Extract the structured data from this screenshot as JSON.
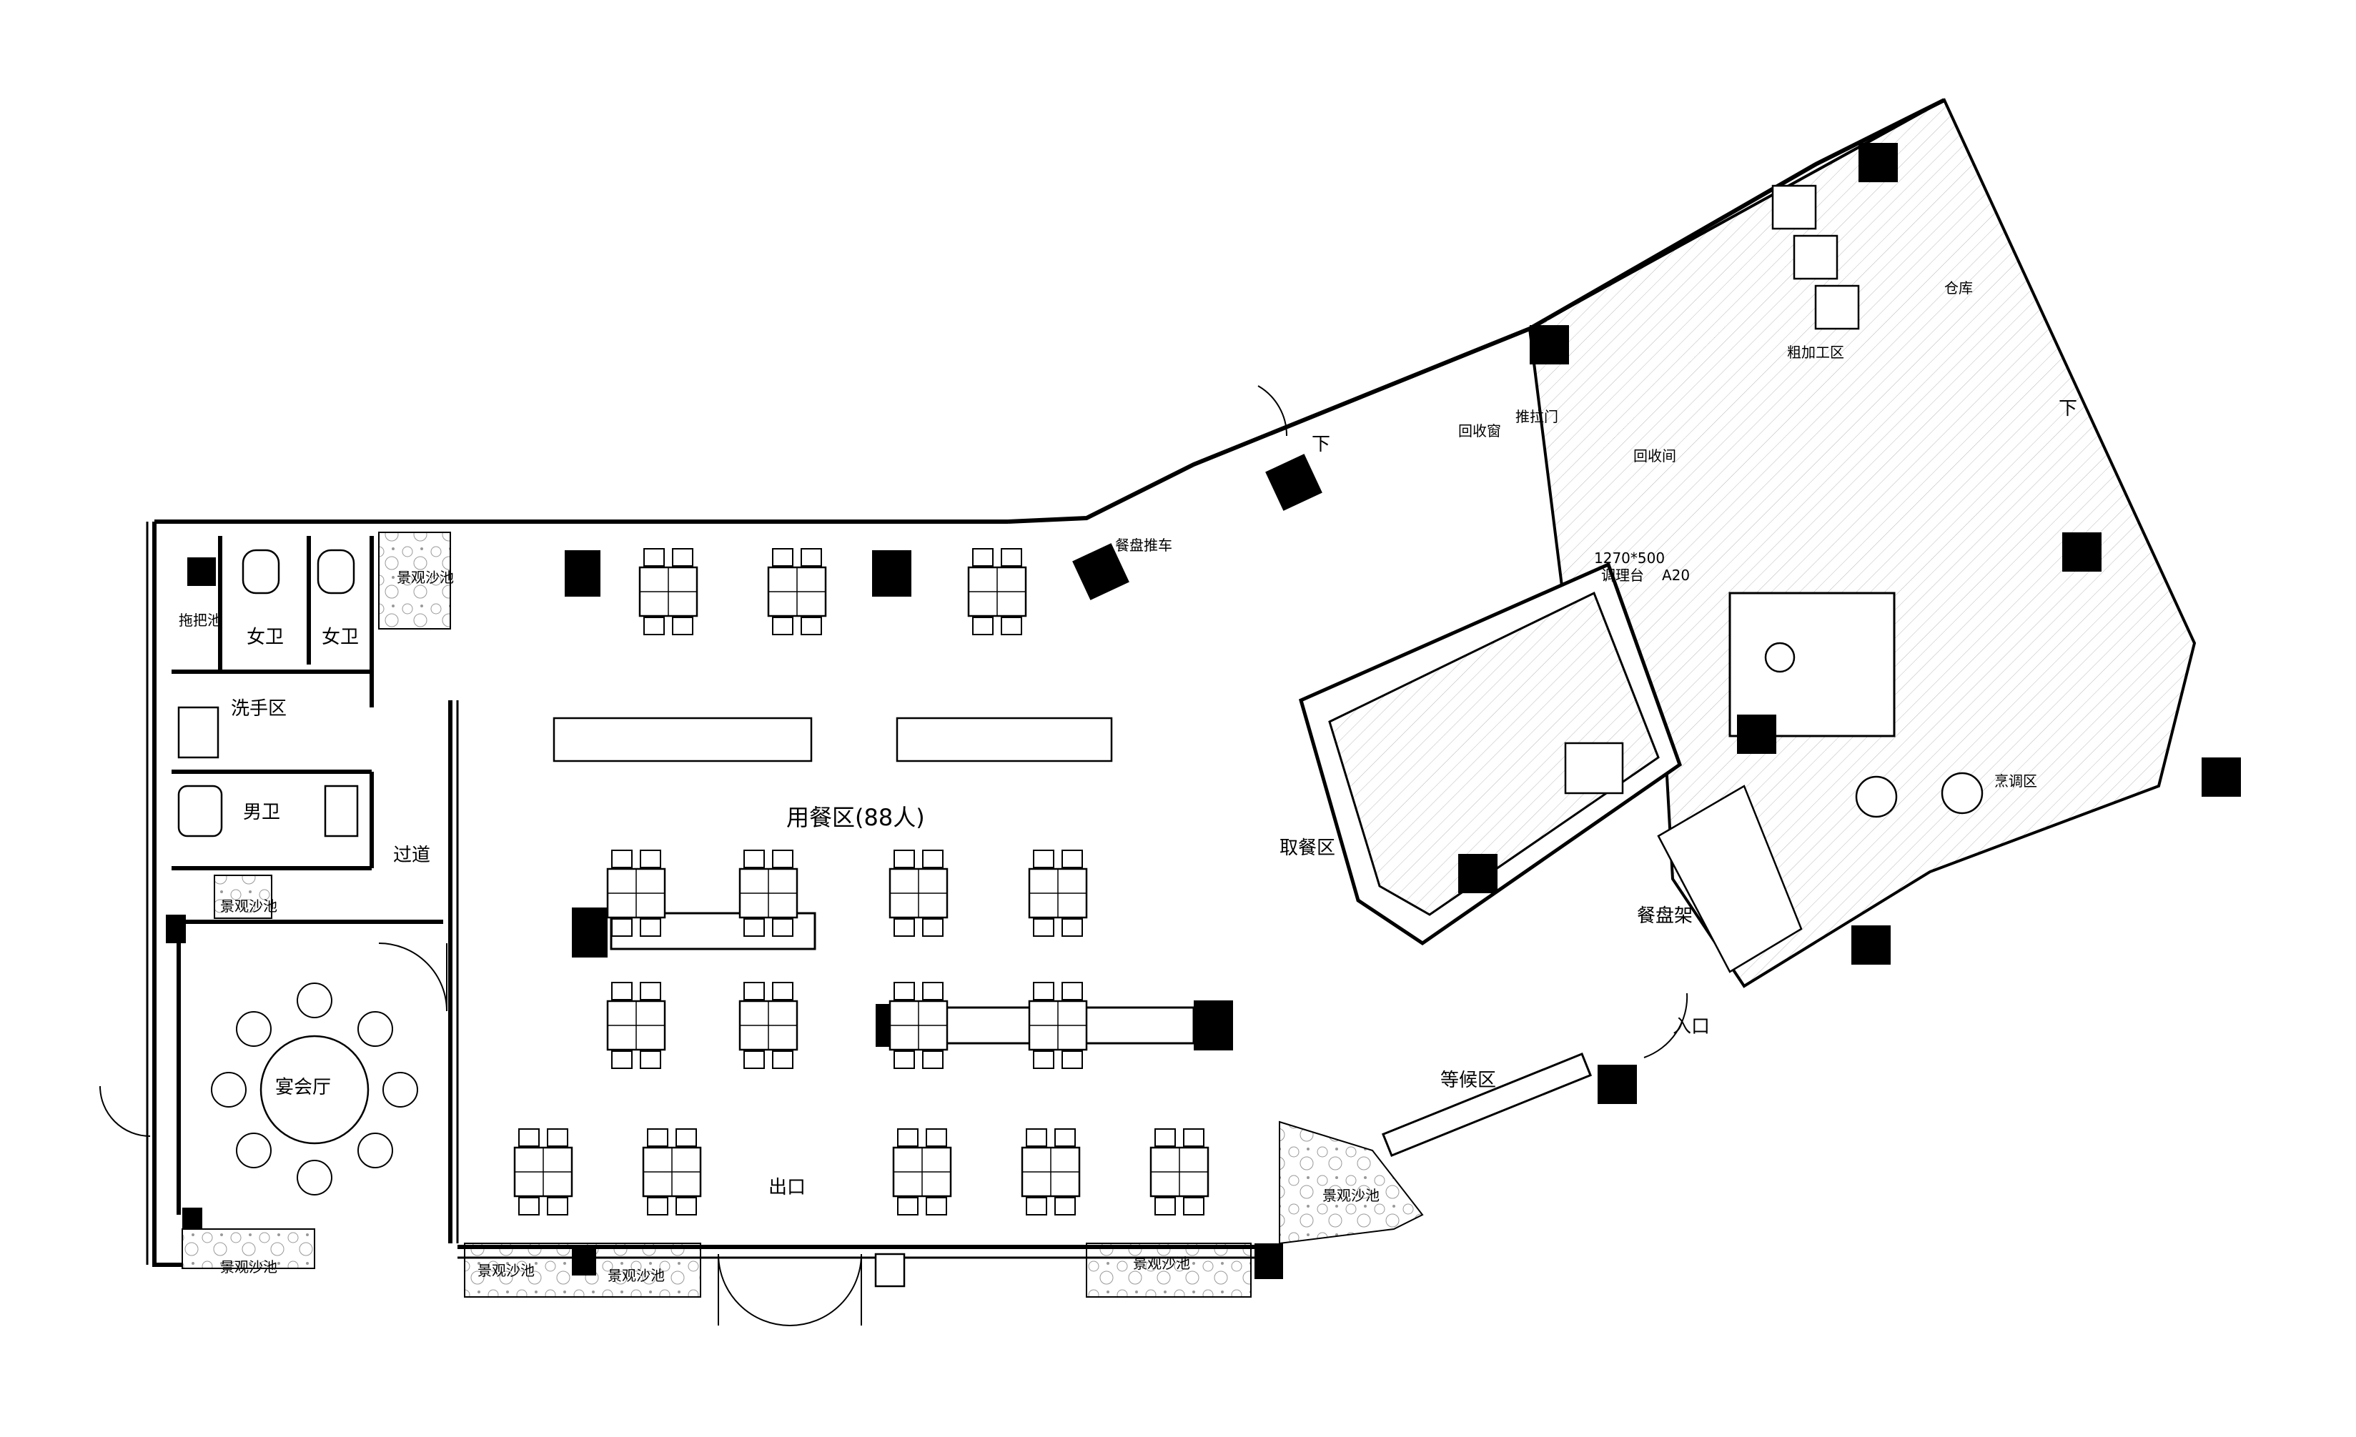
{
  "labels": {
    "dining_area": "用餐区(88人)",
    "banquet_hall": "宴会厅",
    "corridor": "过道",
    "wash_area": "洗手区",
    "female_wc_1": "女卫",
    "female_wc_2": "女卫",
    "male_wc": "男卫",
    "mop_sink": "拖把池",
    "exit": "出口",
    "entrance": "入口",
    "waiting_area": "等候区",
    "food_pickup": "取餐区",
    "tray_rack": "餐盘架",
    "cooking_area": "烹调区",
    "rough_processing": "粗加工区",
    "storage": "仓库",
    "recycle_room": "回收间",
    "recycle_window": "回收窗",
    "sliding_door": "推拉门",
    "tray_cart": "餐盘推车",
    "down_1": "下",
    "down_2": "下",
    "dimension_note": "1270*500",
    "dimension_note_2": "调理台",
    "tag_a20": "A20"
  },
  "gardens": {
    "garden_1": "景观沙池",
    "garden_2": "景观沙池",
    "garden_3": "景观沙池",
    "garden_4": "景观沙池",
    "garden_5": "景观沙池",
    "garden_6": "景观沙池",
    "garden_7": "景观沙池"
  }
}
